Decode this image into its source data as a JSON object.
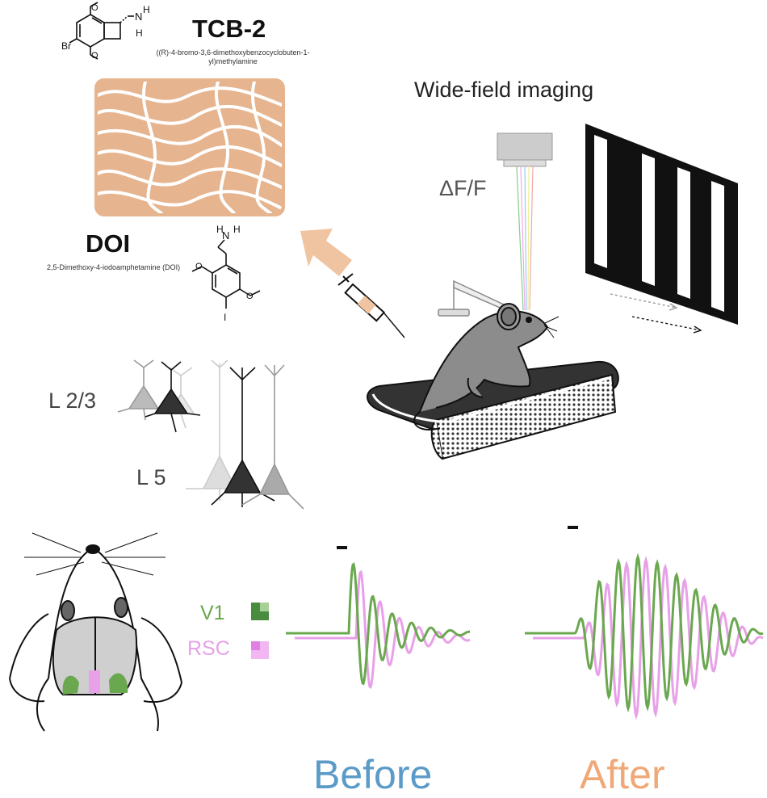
{
  "compounds": {
    "tcb2": {
      "name": "TCB-2",
      "iupac": "((R)-4-bromo-3,6-dimethoxybenzocyclobuten-1-yl)methylamine",
      "atoms": {
        "br": "Br",
        "n": "N",
        "h": "H"
      }
    },
    "doi": {
      "name": "DOI",
      "iupac": "2,5-Dimethoxy-4-iodoamphetamine (DOI)",
      "atoms": {
        "i": "I",
        "n": "N",
        "h": "H"
      }
    }
  },
  "setup": {
    "title": "Wide-field imaging",
    "signal": "ΔF/F"
  },
  "layers": {
    "upper": "L 2/3",
    "deep": "L 5"
  },
  "regions": {
    "v1": {
      "label": "V1",
      "color": "#6aa84f"
    },
    "rsc": {
      "label": "RSC",
      "color": "#e8a0e8"
    }
  },
  "conditions": {
    "before": {
      "label": "Before",
      "color": "#5b9bc8"
    },
    "after": {
      "label": "After",
      "color": "#f0a878"
    }
  },
  "colors": {
    "psychedelic_pattern": "#e6b48e",
    "arrow": "#f0c4a0",
    "mouse": "#8c8c8c"
  }
}
